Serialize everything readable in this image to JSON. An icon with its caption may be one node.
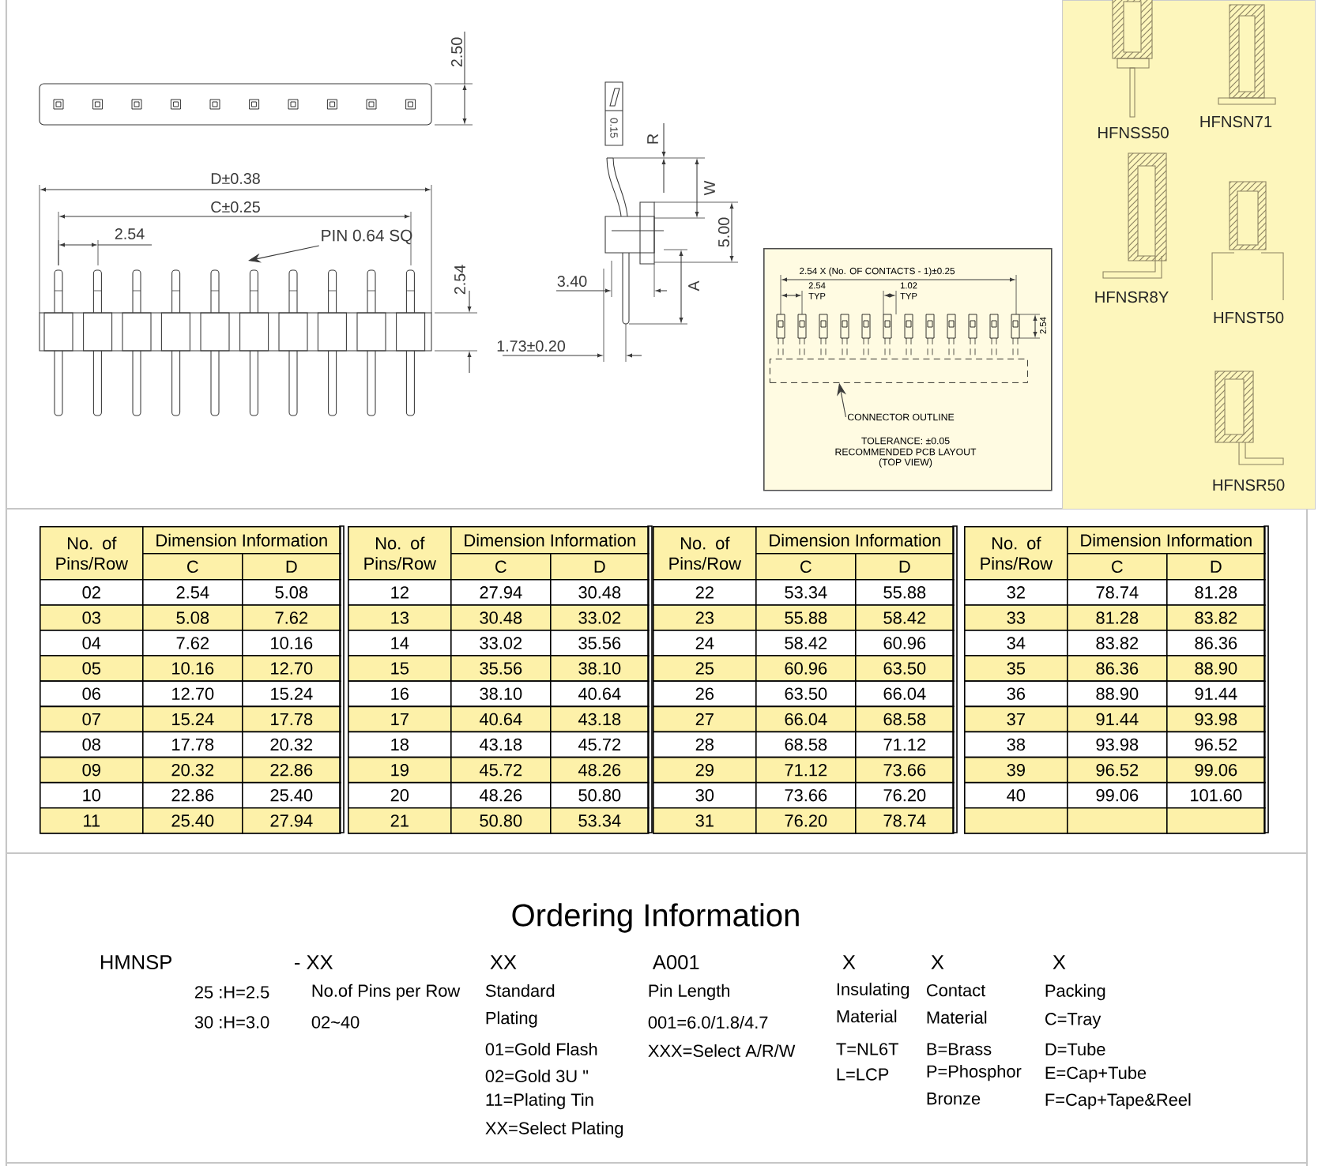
{
  "diagram": {
    "nodes": [
      {
        "text": [
          "2.54 X (No. OF CONTACTS - 1)±0.25",
          "2.54 TYP",
          "1.02 TYP",
          "2.54",
          "TOLERANCE: ±0.05",
          "RECOMMENDED PCB LAYOUT",
          "(TOP VIEW)"
        ]
      },
      {
        "text": [
          "PIN 0.64 SQ"
        ]
      },
      {
        "text": [
          "CONNECTOR OUTLINE"
        ],
        "in": 0
      },
      {
        "text": [
          "HFNSS50",
          "HFNSN71",
          "HFNSR8Y",
          "HFNST50",
          "HFNSR50"
        ]
      },
      {
        "text": [],
        "shape": "box",
        "in": 0
      }
    ],
    "edges": [
      {
        "from": 1,
        "to": null,
        "arrow": "to"
      },
      {
        "from": 2,
        "to": 4,
        "arrow": "to"
      }
    ],
    "labels": [
      "2.50",
      "D±0.38",
      "C±0.25",
      "2.54",
      "2.54",
      "0.15",
      "R",
      "W",
      "5.00",
      "A",
      "3.40",
      "1.73±0.20",
      "No. of Pins/Row",
      "Dimension Information",
      "No. of Pins/Row",
      "Dimension Information",
      "No. of Pins/Row",
      "Dimension Information",
      "No. of Pins/Row",
      "Dimension Information",
      "C",
      "D",
      "C",
      "D",
      "C",
      "D",
      "C",
      "D",
      "02",
      "2.54",
      "5.08",
      "12",
      "27.94",
      "30.48",
      "22",
      "53.34",
      "55.88",
      "32",
      "78.74",
      "81.28",
      "03",
      "5.08",
      "7.62",
      "13",
      "30.48",
      "33.02",
      "23",
      "55.88",
      "58.42",
      "33",
      "81.28",
      "83.82",
      "04",
      "7.62",
      "10.16",
      "14",
      "33.02",
      "35.56",
      "24",
      "58.42",
      "60.96",
      "34",
      "83.82",
      "86.36",
      "05",
      "10.16",
      "12.70",
      "15",
      "35.56",
      "38.10",
      "25",
      "60.96",
      "63.50",
      "35",
      "86.36",
      "88.90",
      "06",
      "12.70",
      "15.24",
      "16",
      "38.10",
      "40.64",
      "26",
      "63.50",
      "66.04",
      "36",
      "88.90",
      "91.44",
      "07",
      "15.24",
      "17.78",
      "17",
      "40.64",
      "43.18",
      "27",
      "66.04",
      "68.58",
      "37",
      "91.44",
      "93.98",
      "08",
      "17.78",
      "20.32",
      "18",
      "43.18",
      "45.72",
      "28",
      "68.58",
      "71.12",
      "38",
      "93.98",
      "96.52",
      "09",
      "20.32",
      "22.86",
      "19",
      "45.72",
      "48.26",
      "29",
      "71.12",
      "73.66",
      "39",
      "96.52",
      "99.06",
      "10",
      "22.86",
      "25.40",
      "20",
      "48.26",
      "50.80",
      "30",
      "73.66",
      "76.20",
      "40",
      "99.06",
      "101.60",
      "11",
      "25.40",
      "27.94",
      "21",
      "50.80",
      "53.34",
      "31",
      "76.20",
      "78.74",
      "Ordering Information",
      "HMNSP",
      "- XX",
      "XX",
      "A001",
      "X",
      "X",
      "X",
      "25 :H=2.5",
      "30 :H=3.0",
      "No.of Pins per Row",
      "02~40",
      "Standard Plating",
      "01=Gold Flash",
      "02=Gold 3U \"",
      "11=Plating Tin",
      "XX=Select Plating",
      "Pin Length",
      "001=6.0/1.8/4.7",
      "XXX=Select A/R/W",
      "Insulating Material",
      "T=NL6T",
      "L=LCP",
      "Contact Material",
      "B=Brass",
      "P=Phosphor Bronze",
      "Packing",
      "C=Tray",
      "D=Tube",
      "E=Cap+Tube",
      "F=Cap+Tape&Reel"
    ]
  }
}
